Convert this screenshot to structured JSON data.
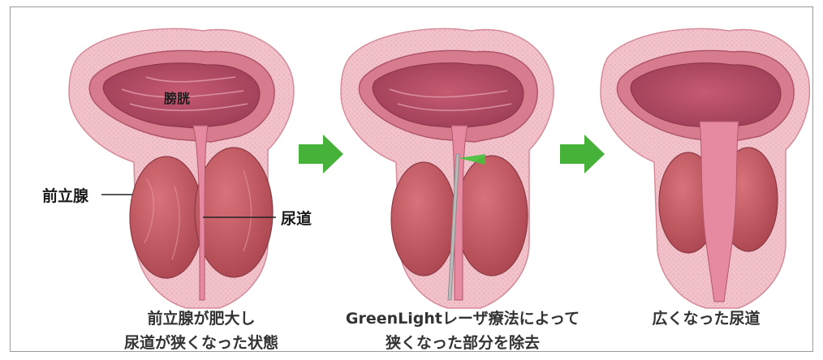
{
  "labels": {
    "bladder": "膀胱",
    "prostate": "前立腺",
    "urethra": "尿道"
  },
  "captions": {
    "stage1_line1": "前立腺が肥大し",
    "stage1_line2": "尿道が狭くなった状態",
    "stage2_line1": "GreenLightレーザ療法によって",
    "stage2_line2": "狭くなった部分を除去",
    "stage3_line1": "広くなった尿道"
  },
  "colors": {
    "outer_tissue": "#f1bcc6",
    "bladder_wall": "#d77b8e",
    "bladder_lumen": "#b2485f",
    "prostate": "#c5575f",
    "urethra": "#e58aa0",
    "arrow": "#47b23a",
    "laser_beam": "#46c23a",
    "fiber": "#b9b9b9"
  },
  "icons": [
    "right-arrow-icon",
    "right-arrow-icon"
  ]
}
